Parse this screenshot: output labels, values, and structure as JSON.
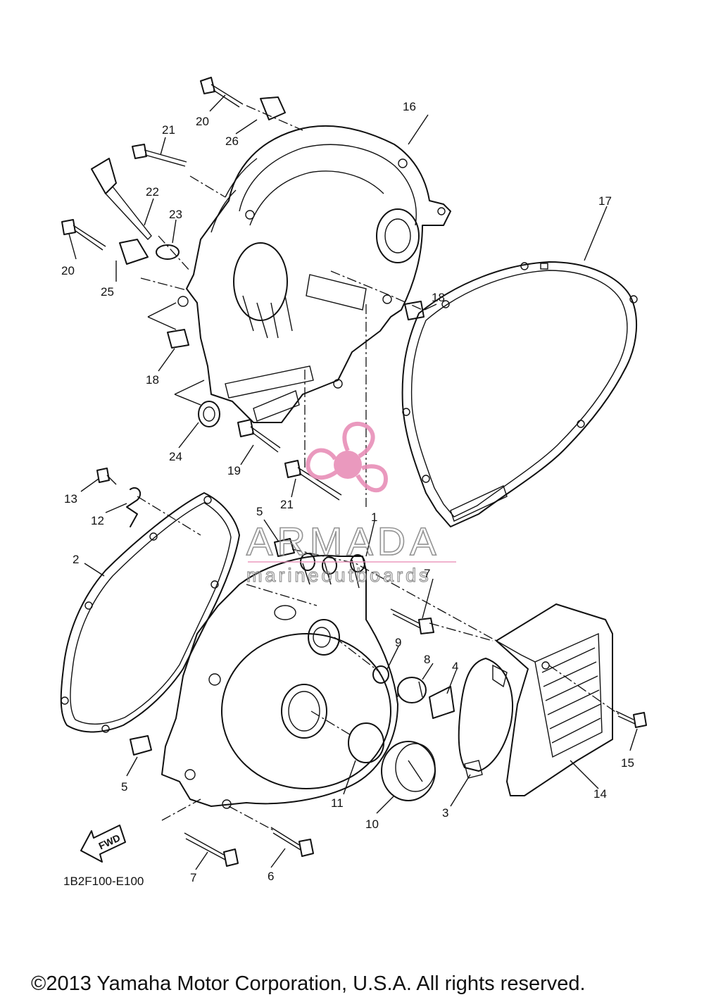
{
  "diagram": {
    "part_labels": [
      "1",
      "2",
      "3",
      "4",
      "5",
      "5",
      "6",
      "7",
      "7",
      "8",
      "9",
      "10",
      "11",
      "12",
      "13",
      "14",
      "15",
      "16",
      "17",
      "18",
      "18",
      "19",
      "20",
      "20",
      "21",
      "21",
      "22",
      "23",
      "24",
      "25",
      "26"
    ],
    "diagram_code": "1B2F100-E100",
    "forward_marker": "FWD"
  },
  "watermark": {
    "brand": "ARMADA",
    "tagline": "marineoutboards",
    "color": "#e88fb8"
  },
  "footer": {
    "copyright": "©2013 Yamaha Motor Corporation, U.S.A. All rights reserved."
  }
}
